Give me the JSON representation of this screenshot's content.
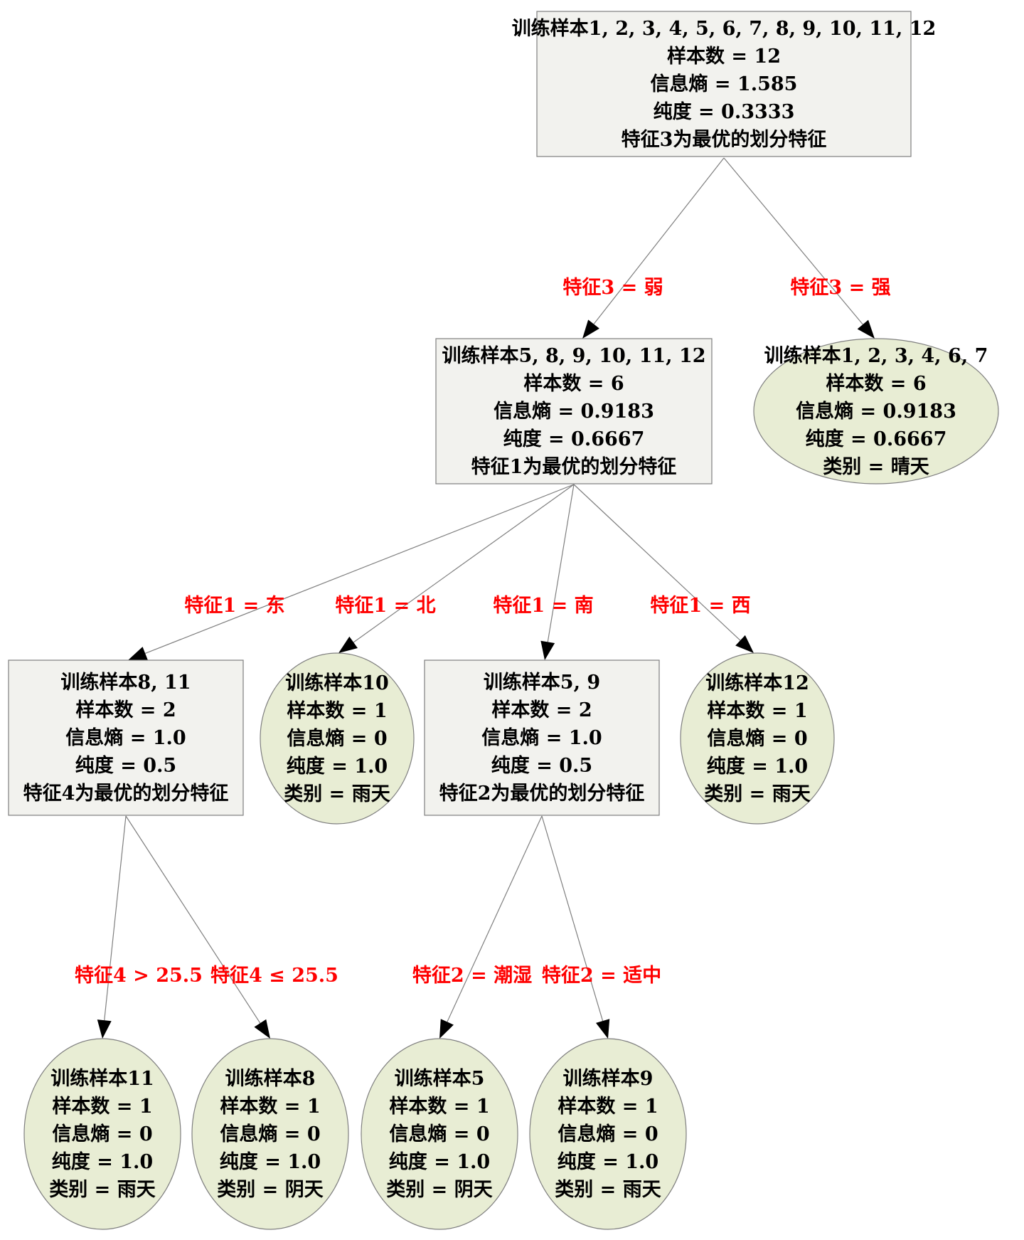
{
  "colors": {
    "split_node_fill": "#f2f2ee",
    "leaf_node_fill": "#e8edd4",
    "edge_label": "#ff0000",
    "edge_line": "#7f7f7f"
  },
  "nodes": [
    {
      "id": "root",
      "kind": "split",
      "lines": [
        "训练样本1, 2, 3, 4, 5, 6, 7, 8, 9, 10, 11, 12",
        "样本数 = 12",
        "信息熵 = 1.585",
        "纯度 = 0.3333",
        "特征3为最优的划分特征"
      ]
    },
    {
      "id": "n_weak",
      "kind": "split",
      "lines": [
        "训练样本5, 8, 9, 10, 11, 12",
        "样本数 = 6",
        "信息熵 = 0.9183",
        "纯度 = 0.6667",
        "特征1为最优的划分特征"
      ]
    },
    {
      "id": "n_strong",
      "kind": "leaf",
      "lines": [
        "训练样本1, 2, 3, 4, 6, 7",
        "样本数 = 6",
        "信息熵 = 0.9183",
        "纯度 = 0.6667",
        "类别 = 晴天"
      ]
    },
    {
      "id": "n_east",
      "kind": "split",
      "lines": [
        "训练样本8, 11",
        "样本数 = 2",
        "信息熵 = 1.0",
        "纯度 = 0.5",
        "特征4为最优的划分特征"
      ]
    },
    {
      "id": "n_north",
      "kind": "leaf",
      "lines": [
        "训练样本10",
        "样本数 = 1",
        "信息熵 = 0",
        "纯度 = 1.0",
        "类别 = 雨天"
      ]
    },
    {
      "id": "n_south",
      "kind": "split",
      "lines": [
        "训练样本5, 9",
        "样本数 = 2",
        "信息熵 = 1.0",
        "纯度 = 0.5",
        "特征2为最优的划分特征"
      ]
    },
    {
      "id": "n_west",
      "kind": "leaf",
      "lines": [
        "训练样本12",
        "样本数 = 1",
        "信息熵 = 0",
        "纯度 = 1.0",
        "类别 = 雨天"
      ]
    },
    {
      "id": "n_gt",
      "kind": "leaf",
      "lines": [
        "训练样本11",
        "样本数 = 1",
        "信息熵 = 0",
        "纯度 = 1.0",
        "类别 = 雨天"
      ]
    },
    {
      "id": "n_le",
      "kind": "leaf",
      "lines": [
        "训练样本8",
        "样本数 = 1",
        "信息熵 = 0",
        "纯度 = 1.0",
        "类别 = 阴天"
      ]
    },
    {
      "id": "n_humid",
      "kind": "leaf",
      "lines": [
        "训练样本5",
        "样本数 = 1",
        "信息熵 = 0",
        "纯度 = 1.0",
        "类别 = 阴天"
      ]
    },
    {
      "id": "n_mild",
      "kind": "leaf",
      "lines": [
        "训练样本9",
        "样本数 = 1",
        "信息熵 = 0",
        "纯度 = 1.0",
        "类别 = 雨天"
      ]
    }
  ],
  "edges": [
    {
      "from": "root",
      "to": "n_weak",
      "label": "特征3 = 弱"
    },
    {
      "from": "root",
      "to": "n_strong",
      "label": "特征3 = 强"
    },
    {
      "from": "n_weak",
      "to": "n_east",
      "label": "特征1 = 东"
    },
    {
      "from": "n_weak",
      "to": "n_north",
      "label": "特征1 = 北"
    },
    {
      "from": "n_weak",
      "to": "n_south",
      "label": "特征1 = 南"
    },
    {
      "from": "n_weak",
      "to": "n_west",
      "label": "特征1 = 西"
    },
    {
      "from": "n_east",
      "to": "n_gt",
      "label": "特征4 > 25.5"
    },
    {
      "from": "n_east",
      "to": "n_le",
      "label": "特征4 ≤ 25.5"
    },
    {
      "from": "n_south",
      "to": "n_humid",
      "label": "特征2 = 潮湿"
    },
    {
      "from": "n_south",
      "to": "n_mild",
      "label": "特征2 = 适中"
    }
  ]
}
